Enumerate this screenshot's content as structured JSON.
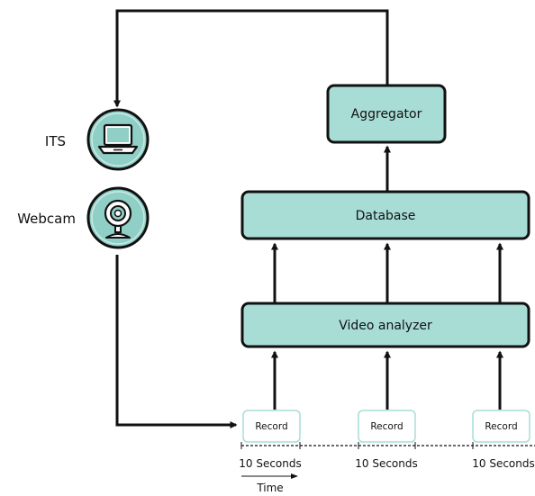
{
  "diagram": {
    "boxes": {
      "aggregator": "Aggregator",
      "database": "Database",
      "video_analyzer": "Video analyzer"
    },
    "sources": {
      "its": "ITS",
      "webcam": "Webcam"
    },
    "records": [
      "Record",
      "Record",
      "Record"
    ],
    "segments": [
      "10 Seconds",
      "10 Seconds",
      "10 Seconds"
    ],
    "time_axis_label": "Time",
    "icons": {
      "its": "laptop-icon",
      "webcam": "webcam-icon"
    },
    "colors": {
      "box_fill": "#a8ddd6",
      "icon_circle": "#8fcfc6",
      "stroke": "#111111",
      "record_border": "#a8ddd6"
    }
  }
}
